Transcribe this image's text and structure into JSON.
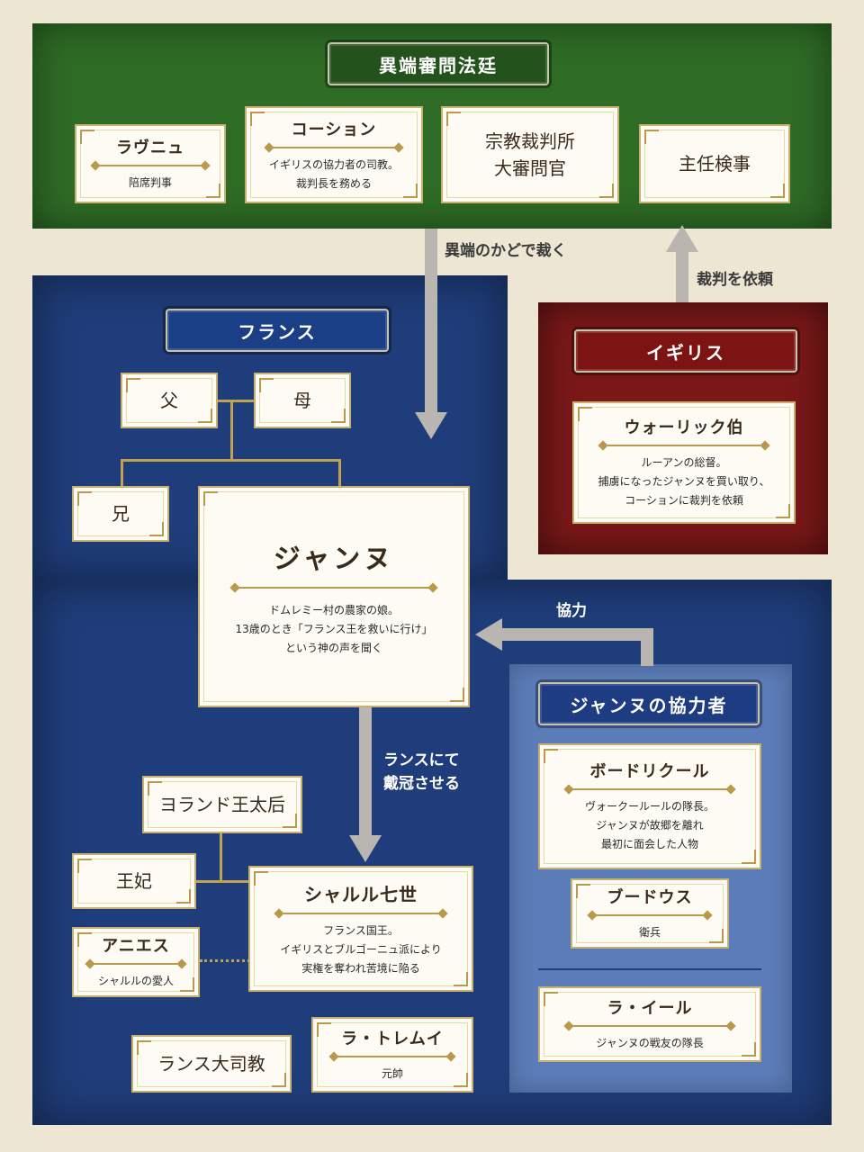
{
  "groups": {
    "inquisition": "異端審問法廷",
    "france": "フランス",
    "england": "イギリス",
    "allies": "ジャンヌの協力者"
  },
  "court": {
    "lavenu": {
      "name": "ラヴニュ",
      "desc": "陪席判事"
    },
    "cauchon": {
      "name": "コーション",
      "desc": [
        "イギリスの協力者の司教。",
        "裁判長を務める"
      ]
    },
    "inquisitor": [
      "宗教裁判所",
      "大審問官"
    ],
    "prosecutor": "主任検事"
  },
  "england": {
    "warwick": {
      "name": "ウォーリック伯",
      "desc": [
        "ルーアンの総督。",
        "捕虜になったジャンヌを買い取り、",
        "コーションに裁判を依頼"
      ]
    }
  },
  "family": {
    "father": "父",
    "mother": "母",
    "brother": "兄"
  },
  "jeanne": {
    "name": "ジャンヌ",
    "desc": [
      "ドムレミー村の農家の娘。",
      "13歳のとき「フランス王を救いに行け」",
      "という神の声を聞く"
    ]
  },
  "court_france": {
    "yolande": "ヨランド王太后",
    "queen": "王妃",
    "agnes": {
      "name": "アニエス",
      "desc": "シャルルの愛人"
    },
    "charles": {
      "name": "シャルル七世",
      "desc": [
        "フランス国王。",
        "イギリスとブルゴーニュ派により",
        "実権を奪われ苦境に陥る"
      ]
    },
    "archbishop": "ランス大司教",
    "tremoille": {
      "name": "ラ・トレムイ",
      "desc": "元帥"
    }
  },
  "allies": {
    "baudricourt": {
      "name": "ボードリクール",
      "desc": [
        "ヴォークールールの隊長。",
        "ジャンヌが故郷を離れ",
        "最初に面会した人物"
      ]
    },
    "boudous": {
      "name": "ブードウス",
      "desc": "衛兵"
    },
    "lahire": {
      "name": "ラ・イール",
      "desc": "ジャンヌの戦友の隊長"
    }
  },
  "arrows": {
    "heresy": "異端のかどで裁く",
    "request": "裁判を依頼",
    "coronation": [
      "ランスにて",
      "戴冠させる"
    ],
    "cooperate": "協力"
  },
  "colors": {
    "green": "#2e6b25",
    "blue": "#1f3d7a",
    "red": "#7a1818",
    "lightblue": "#5b7cb8",
    "gold": "#c1a250",
    "arrow": "#b9b6b2",
    "paper": "#ece6d3"
  }
}
